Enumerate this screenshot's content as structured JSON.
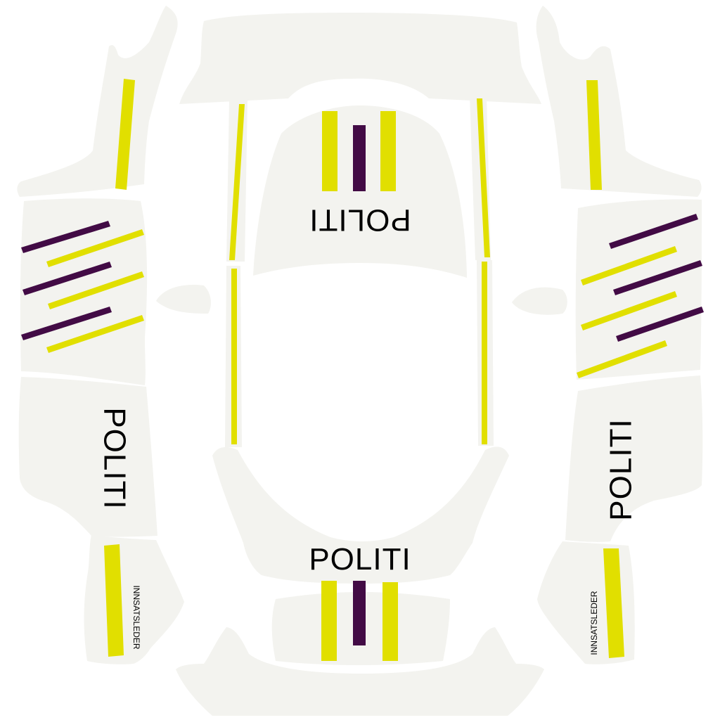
{
  "livery": {
    "colors": {
      "panel": "#f3f3ef",
      "yellow": "#e1df00",
      "purple": "#420b45",
      "text": "#000000"
    },
    "labels": {
      "hood_text": "POLITI",
      "rear_text": "POLITI",
      "left_side_text": "POLITI",
      "right_side_text": "POLITI",
      "left_fender_text": "INNSATSLEDER",
      "right_fender_text": "INNSATSLEDER"
    }
  }
}
